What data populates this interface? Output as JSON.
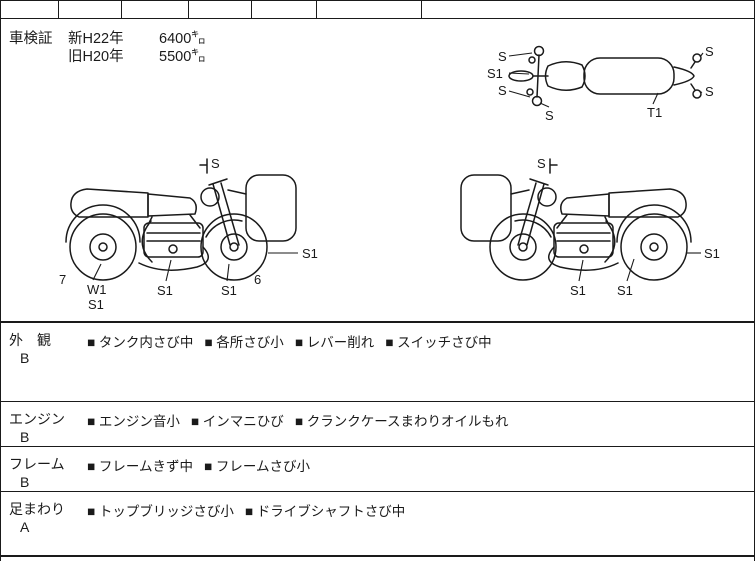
{
  "colors": {
    "ink": "#1a1a1a",
    "paper": "#ffffff"
  },
  "cert": {
    "title": "車検証",
    "rows": [
      {
        "label": "新H22年",
        "value": "6400㌔"
      },
      {
        "label": "旧H20年",
        "value": "5500㌔"
      }
    ]
  },
  "diagrams": {
    "top_view": {
      "labels": {
        "left_top": "S",
        "left_mid": "S1",
        "left_bottom": "S",
        "right_top": "S",
        "right_bottom": "S",
        "bottom_front": "S",
        "bottom_seat": "T1"
      }
    },
    "left_side": {
      "labels": {
        "mirror": "S",
        "front_leader": "S1",
        "rear_number": "7",
        "rear_hub_top": "W1",
        "rear_hub_bottom": "S1",
        "engine": "S1",
        "front_wheel": "S1",
        "front_number": "6"
      }
    },
    "right_side": {
      "labels": {
        "mirror": "S",
        "wheel_leader": "S1",
        "engine": "S1",
        "driveshaft": "S1"
      }
    }
  },
  "sections": [
    {
      "label": "外　観",
      "grade": "B",
      "items": [
        "■ タンク内さび中",
        "■ 各所さび小",
        "■ レバー削れ",
        "■ スイッチさび中"
      ]
    },
    {
      "label": "エンジン",
      "grade": "B",
      "items": [
        "■ エンジン音小",
        "■ インマニひび",
        "■ クランクケースまわりオイルもれ"
      ]
    },
    {
      "label": "フレーム",
      "grade": "B",
      "items": [
        "■ フレームきず中",
        "■ フレームさび小"
      ]
    },
    {
      "label": "足まわり",
      "grade": "A",
      "items": [
        "■ トップブリッジさび小",
        "■ ドライブシャフトさび中"
      ]
    }
  ]
}
